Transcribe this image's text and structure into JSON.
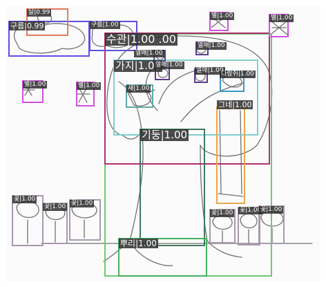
{
  "image": {
    "background": "#fbfbfb",
    "stroke": "#707070"
  },
  "detections": [
    {
      "id": "cloud-1",
      "label": "구름|0.99",
      "color": "#5b4fe0"
    },
    {
      "id": "cloud-2",
      "label": "구름|1.00",
      "color": "#5b4fe0"
    },
    {
      "id": "sun",
      "label": "달|0.99",
      "color": "#e57a59"
    },
    {
      "id": "star-1",
      "label": "별|1.00",
      "color": "#d050e0"
    },
    {
      "id": "star-2",
      "label": "별|1.00",
      "color": "#d050e0"
    },
    {
      "id": "star-3",
      "label": "별|1.00",
      "color": "#d050e0"
    },
    {
      "id": "star-4",
      "label": "별|1.00",
      "color": "#d050e0"
    },
    {
      "id": "crown",
      "label": "수관|1.00 .00",
      "color": "#b0306e"
    },
    {
      "id": "tree-whole",
      "label": "",
      "color": "#6ec86e"
    },
    {
      "id": "branch",
      "label": "가지|1.00",
      "color": "#7fd0d0"
    },
    {
      "id": "fruit-1",
      "label": "열매|1.00",
      "color": "#5e3b8c"
    },
    {
      "id": "fruit-2",
      "label": "열매|1.00",
      "color": "#5e3b8c"
    },
    {
      "id": "fruit-3",
      "label": "열매|1.00",
      "color": "#5e3b8c"
    },
    {
      "id": "fruit-4",
      "label": "열매|1.00",
      "color": "#5e3b8c"
    },
    {
      "id": "bird",
      "label": "새|1.00",
      "color": "#5fa8a8"
    },
    {
      "id": "squirrel",
      "label": "다람쥐|1.00",
      "color": "#3a98c8"
    },
    {
      "id": "swing",
      "label": "그네|1.00",
      "color": "#e8a64a"
    },
    {
      "id": "trunk",
      "label": "기둥|1.00",
      "color": "#3c7a5c"
    },
    {
      "id": "root",
      "label": "뿌리|1.00",
      "color": "#45b060"
    },
    {
      "id": "flower-1",
      "label": "꽃|1.00",
      "color": "#a898ac"
    },
    {
      "id": "flower-2",
      "label": "꽃|1.00",
      "color": "#a898ac"
    },
    {
      "id": "flower-3",
      "label": "꽃|1.00",
      "color": "#a898ac"
    },
    {
      "id": "flower-4",
      "label": "꽃|1.00",
      "color": "#a898ac"
    },
    {
      "id": "flower-5",
      "label": "꽃|1.00",
      "color": "#a898ac"
    },
    {
      "id": "flower-6",
      "label": "꽃|1.00",
      "color": "#a898ac"
    }
  ]
}
